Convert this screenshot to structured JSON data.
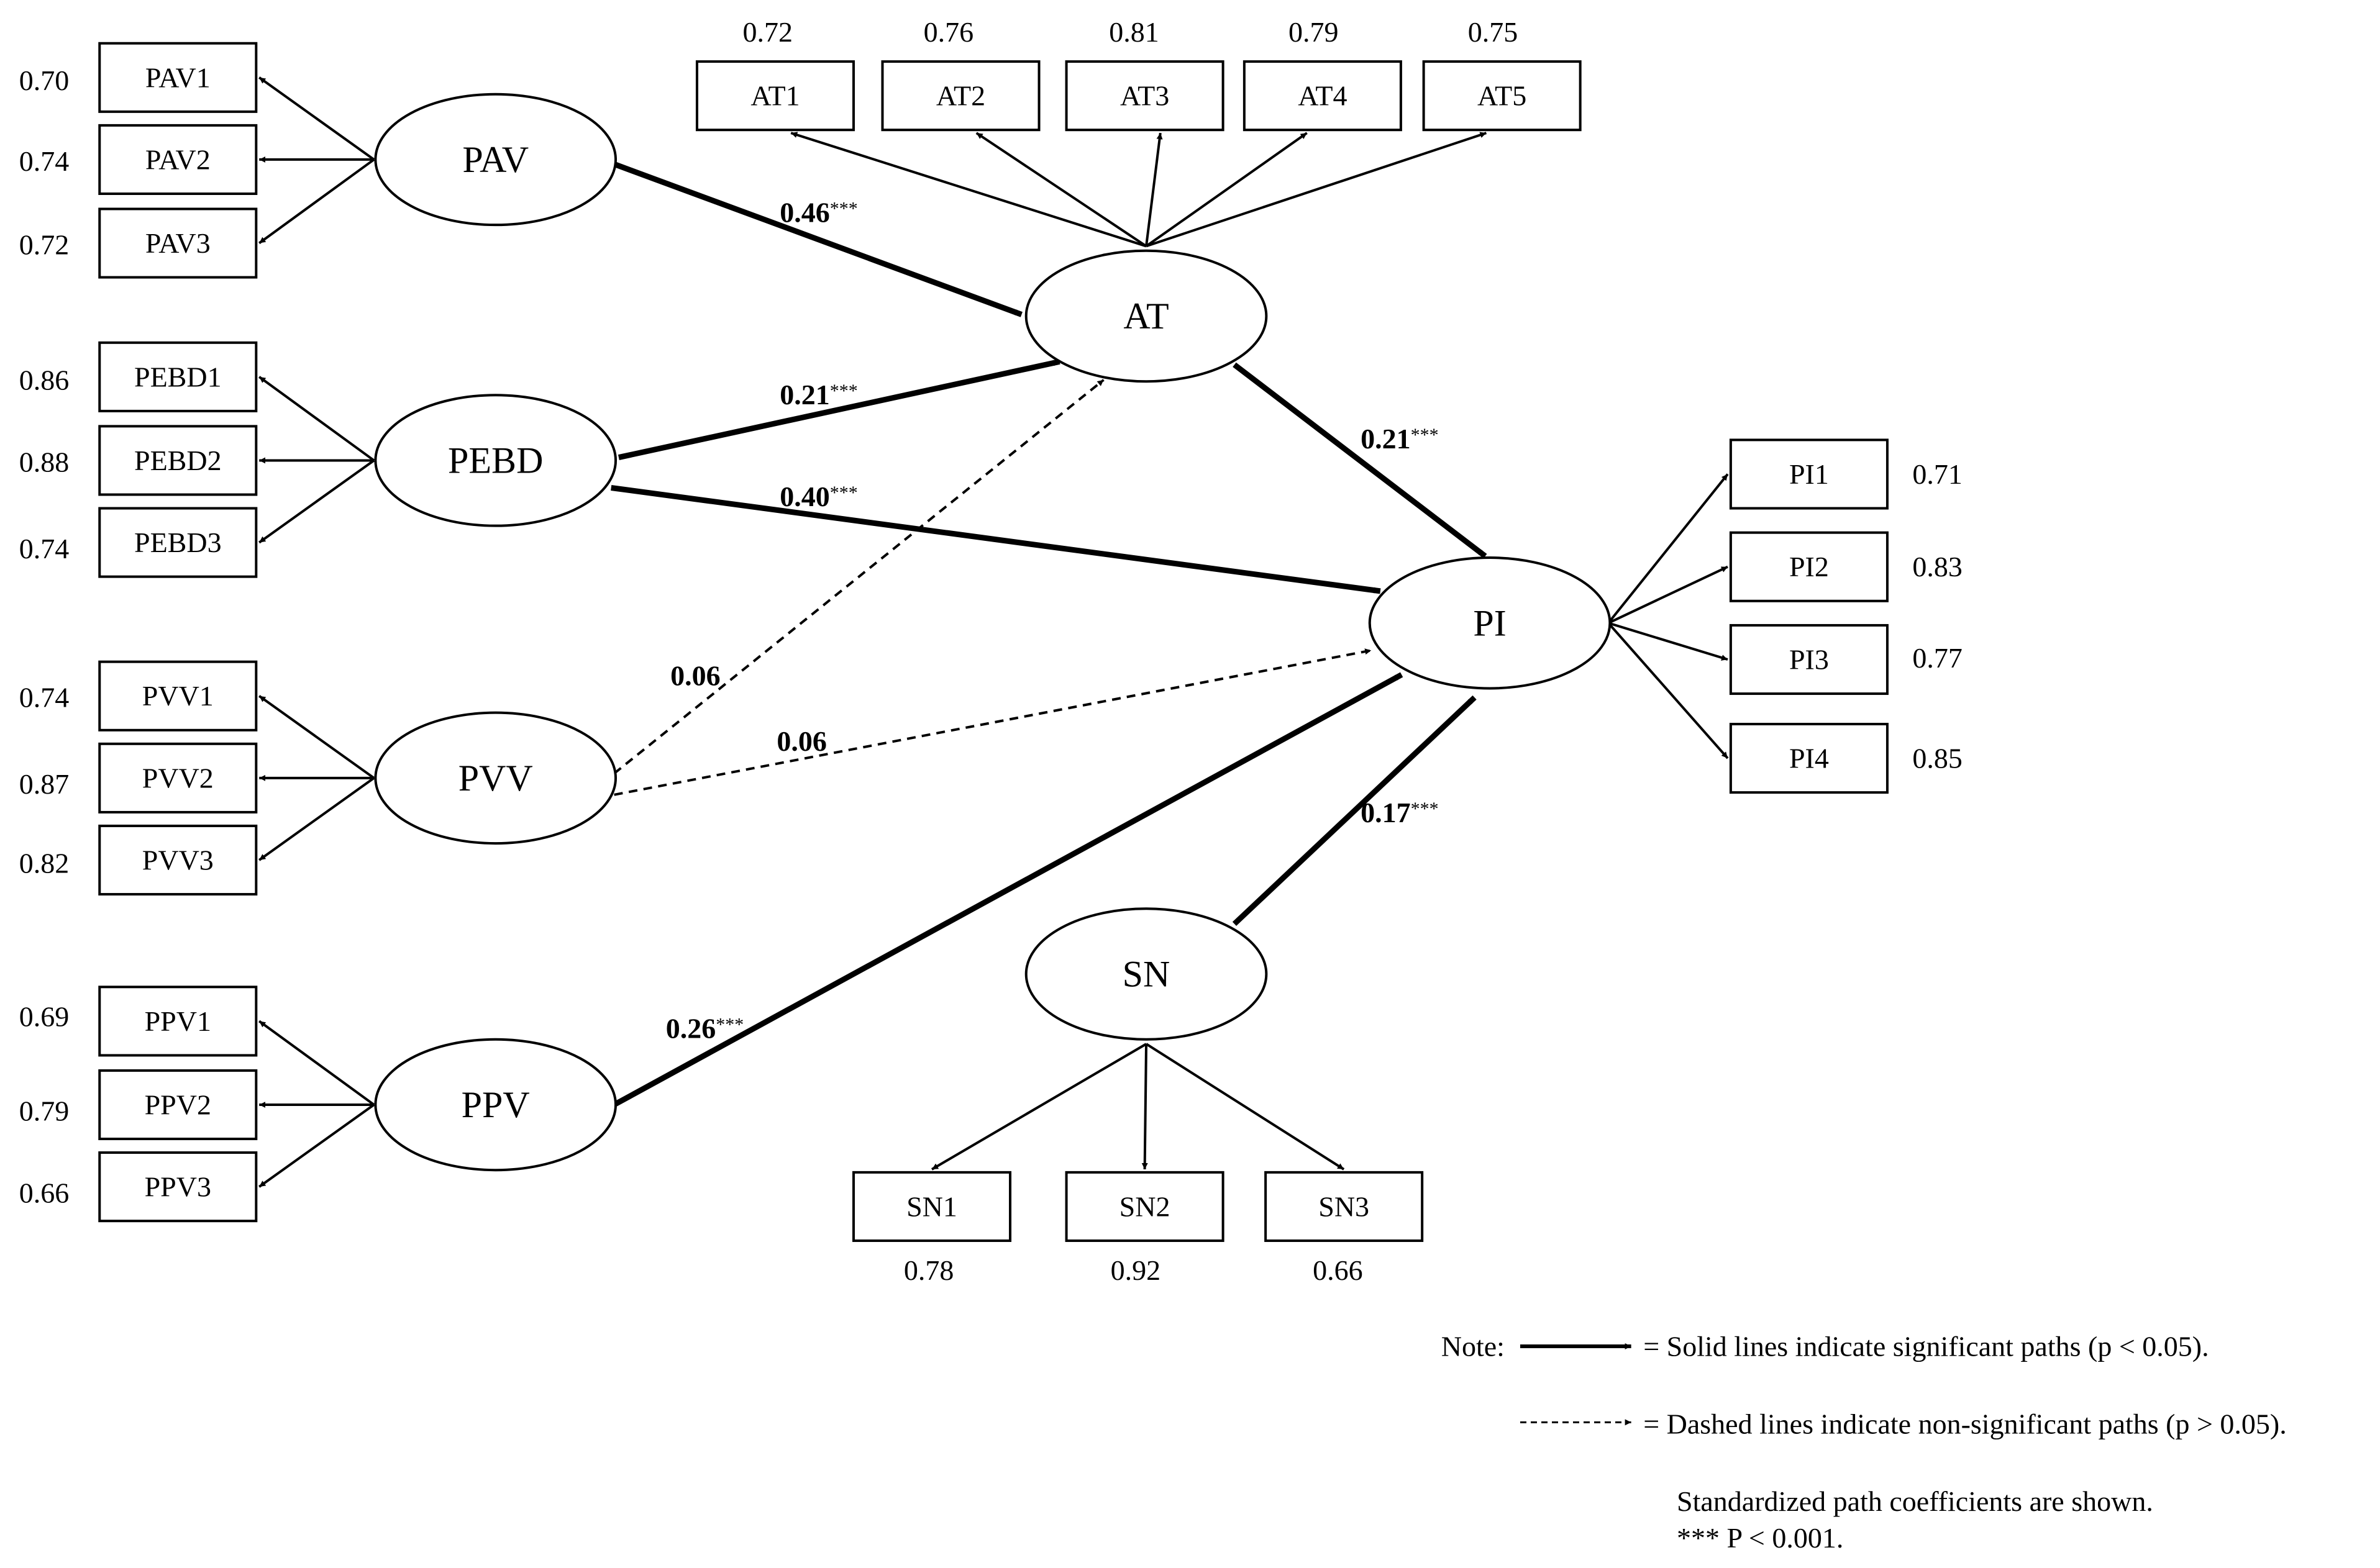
{
  "latents": [
    {
      "id": "PAV",
      "label": "PAV"
    },
    {
      "id": "PEBD",
      "label": "PEBD"
    },
    {
      "id": "PVV",
      "label": "PVV"
    },
    {
      "id": "PPV",
      "label": "PPV"
    },
    {
      "id": "AT",
      "label": "AT"
    },
    {
      "id": "PI",
      "label": "PI"
    },
    {
      "id": "SN",
      "label": "SN"
    }
  ],
  "indicators": [
    {
      "id": "PAV1",
      "label": "PAV1",
      "latent": "PAV",
      "loading": "0.70"
    },
    {
      "id": "PAV2",
      "label": "PAV2",
      "latent": "PAV",
      "loading": "0.74"
    },
    {
      "id": "PAV3",
      "label": "PAV3",
      "latent": "PAV",
      "loading": "0.72"
    },
    {
      "id": "PEBD1",
      "label": "PEBD1",
      "latent": "PEBD",
      "loading": "0.86"
    },
    {
      "id": "PEBD2",
      "label": "PEBD2",
      "latent": "PEBD",
      "loading": "0.88"
    },
    {
      "id": "PEBD3",
      "label": "PEBD3",
      "latent": "PEBD",
      "loading": "0.74"
    },
    {
      "id": "PVV1",
      "label": "PVV1",
      "latent": "PVV",
      "loading": "0.74"
    },
    {
      "id": "PVV2",
      "label": "PVV2",
      "latent": "PVV",
      "loading": "0.87"
    },
    {
      "id": "PVV3",
      "label": "PVV3",
      "latent": "PVV",
      "loading": "0.82"
    },
    {
      "id": "PPV1",
      "label": "PPV1",
      "latent": "PPV",
      "loading": "0.69"
    },
    {
      "id": "PPV2",
      "label": "PPV2",
      "latent": "PPV",
      "loading": "0.79"
    },
    {
      "id": "PPV3",
      "label": "PPV3",
      "latent": "PPV",
      "loading": "0.66"
    },
    {
      "id": "AT1",
      "label": "AT1",
      "latent": "AT",
      "loading": "0.72"
    },
    {
      "id": "AT2",
      "label": "AT2",
      "latent": "AT",
      "loading": "0.76"
    },
    {
      "id": "AT3",
      "label": "AT3",
      "latent": "AT",
      "loading": "0.81"
    },
    {
      "id": "AT4",
      "label": "AT4",
      "latent": "AT",
      "loading": "0.79"
    },
    {
      "id": "AT5",
      "label": "AT5",
      "latent": "AT",
      "loading": "0.75"
    },
    {
      "id": "PI1",
      "label": "PI1",
      "latent": "PI",
      "loading": "0.71"
    },
    {
      "id": "PI2",
      "label": "PI2",
      "latent": "PI",
      "loading": "0.83"
    },
    {
      "id": "PI3",
      "label": "PI3",
      "latent": "PI",
      "loading": "0.77"
    },
    {
      "id": "PI4",
      "label": "PI4",
      "latent": "PI",
      "loading": "0.85"
    },
    {
      "id": "SN1",
      "label": "SN1",
      "latent": "SN",
      "loading": "0.78"
    },
    {
      "id": "SN2",
      "label": "SN2",
      "latent": "SN",
      "loading": "0.92"
    },
    {
      "id": "SN3",
      "label": "SN3",
      "latent": "SN",
      "loading": "0.66"
    }
  ],
  "paths": [
    {
      "from": "PAV",
      "to": "AT",
      "coef": "0.46",
      "stars": "***",
      "significant": true
    },
    {
      "from": "PEBD",
      "to": "AT",
      "coef": "0.21",
      "stars": "***",
      "significant": true
    },
    {
      "from": "PEBD",
      "to": "PI",
      "coef": "0.40",
      "stars": "***",
      "significant": true
    },
    {
      "from": "PVV",
      "to": "AT",
      "coef": "0.06",
      "stars": "",
      "significant": false
    },
    {
      "from": "PVV",
      "to": "PI",
      "coef": "0.06",
      "stars": "",
      "significant": false
    },
    {
      "from": "PPV",
      "to": "PI",
      "coef": "0.26",
      "stars": "***",
      "significant": true
    },
    {
      "from": "AT",
      "to": "PI",
      "coef": "0.21",
      "stars": "***",
      "significant": true
    },
    {
      "from": "SN",
      "to": "PI",
      "coef": "0.17",
      "stars": "***",
      "significant": true
    }
  ],
  "note": {
    "prefix": "Note:",
    "solid": "= Solid lines indicate significant paths (p < 0.05).",
    "dashed": "= Dashed lines indicate non-significant paths (p > 0.05).",
    "line3": "Standardized path coefficients are shown.",
    "line4": "*** P < 0.001."
  }
}
